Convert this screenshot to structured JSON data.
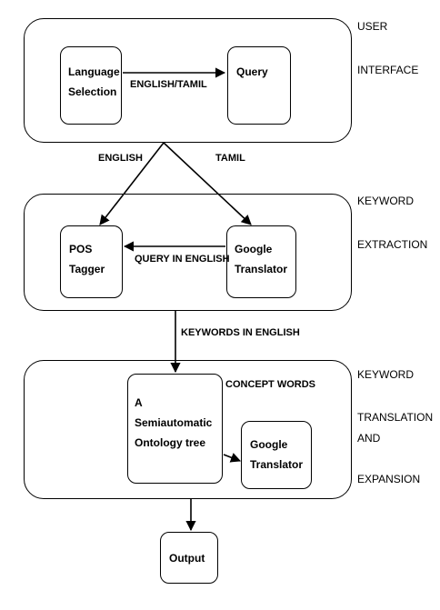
{
  "panels": {
    "user_interface": {
      "side_labels": [
        "USER",
        "INTERFACE"
      ]
    },
    "keyword_extraction": {
      "side_labels": [
        "KEYWORD",
        "EXTRACTION"
      ]
    },
    "keyword_translation": {
      "side_labels": [
        "KEYWORD",
        "TRANSLATION",
        "AND",
        "EXPANSION"
      ]
    }
  },
  "nodes": {
    "language_selection": "Language\nSelection",
    "query": "Query",
    "pos_tagger": "POS\nTagger",
    "google_translator_1": "Google\nTranslator",
    "ontology_tree": "A\nSemiautomatic\nOntology tree",
    "google_translator_2": "Google\nTranslator",
    "output": "Output"
  },
  "edge_labels": {
    "english_tamil": "ENGLISH/TAMIL",
    "english": "ENGLISH",
    "tamil": "TAMIL",
    "query_in_english": "QUERY IN ENGLISH",
    "keywords_in_english": "KEYWORDS IN ENGLISH",
    "concept_words": "CONCEPT WORDS"
  }
}
